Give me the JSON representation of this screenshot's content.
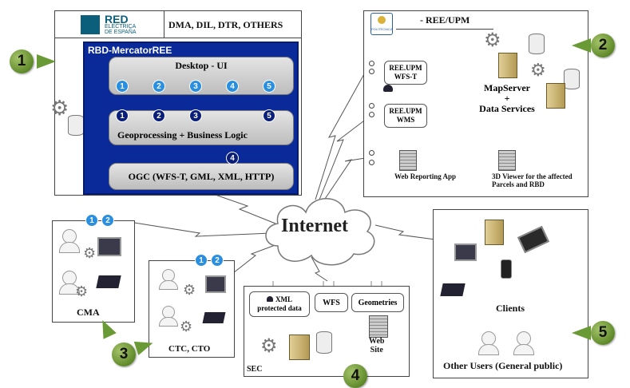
{
  "header": {
    "brand_main": "RED",
    "brand_sub1": "ELÉCTRICA",
    "brand_sub2": "DE ESPAÑA",
    "partners": "DMA, DIL, DTR, OTHERS"
  },
  "mercator": {
    "title": "RBD-MercatorREE",
    "desktop": "Desktop - UI",
    "geoprocessing": "Geoprocessing + Business Logic",
    "ogc": "OGC (WFS-T, GML, XML, HTTP)",
    "top_numbers": [
      "1",
      "2",
      "3",
      "4",
      "5"
    ],
    "mid_numbers": [
      "1",
      "2",
      "3",
      "5"
    ],
    "ogc_number": "4"
  },
  "upm": {
    "title": "- REE/UPM",
    "logo_text": "POLITÉCNICA",
    "wfst": [
      "REE.UPM",
      "WFS-T"
    ],
    "wms": [
      "REE.UPM",
      "WMS"
    ],
    "mapserver": [
      "MapServer",
      "+",
      "Data Services"
    ],
    "web_reporting": "Web Reporting App",
    "viewer": [
      "3D Viewer for the affected",
      "Parcels and RBD"
    ]
  },
  "internet": "Internet",
  "cma": {
    "label": "CMA",
    "numbers": [
      "1",
      "2"
    ]
  },
  "ctc": {
    "label": "CTC, CTO",
    "numbers": [
      "1",
      "2"
    ]
  },
  "sec": {
    "label": "SEC",
    "xml": [
      "XML",
      "protected data"
    ],
    "wfs": "WFS",
    "geometries": "Geometries",
    "website": [
      "Web",
      "Site"
    ]
  },
  "clients": {
    "label": "Clients",
    "other_users": "Other Users  (General public)"
  },
  "badges": [
    "1",
    "2",
    "3",
    "4",
    "5"
  ],
  "colors": {
    "accent_green": "#6a9a35",
    "mercator_blue": "#0a2a9a",
    "light_number": "#2b8fe0",
    "dark_number": "#0b1f7a"
  }
}
